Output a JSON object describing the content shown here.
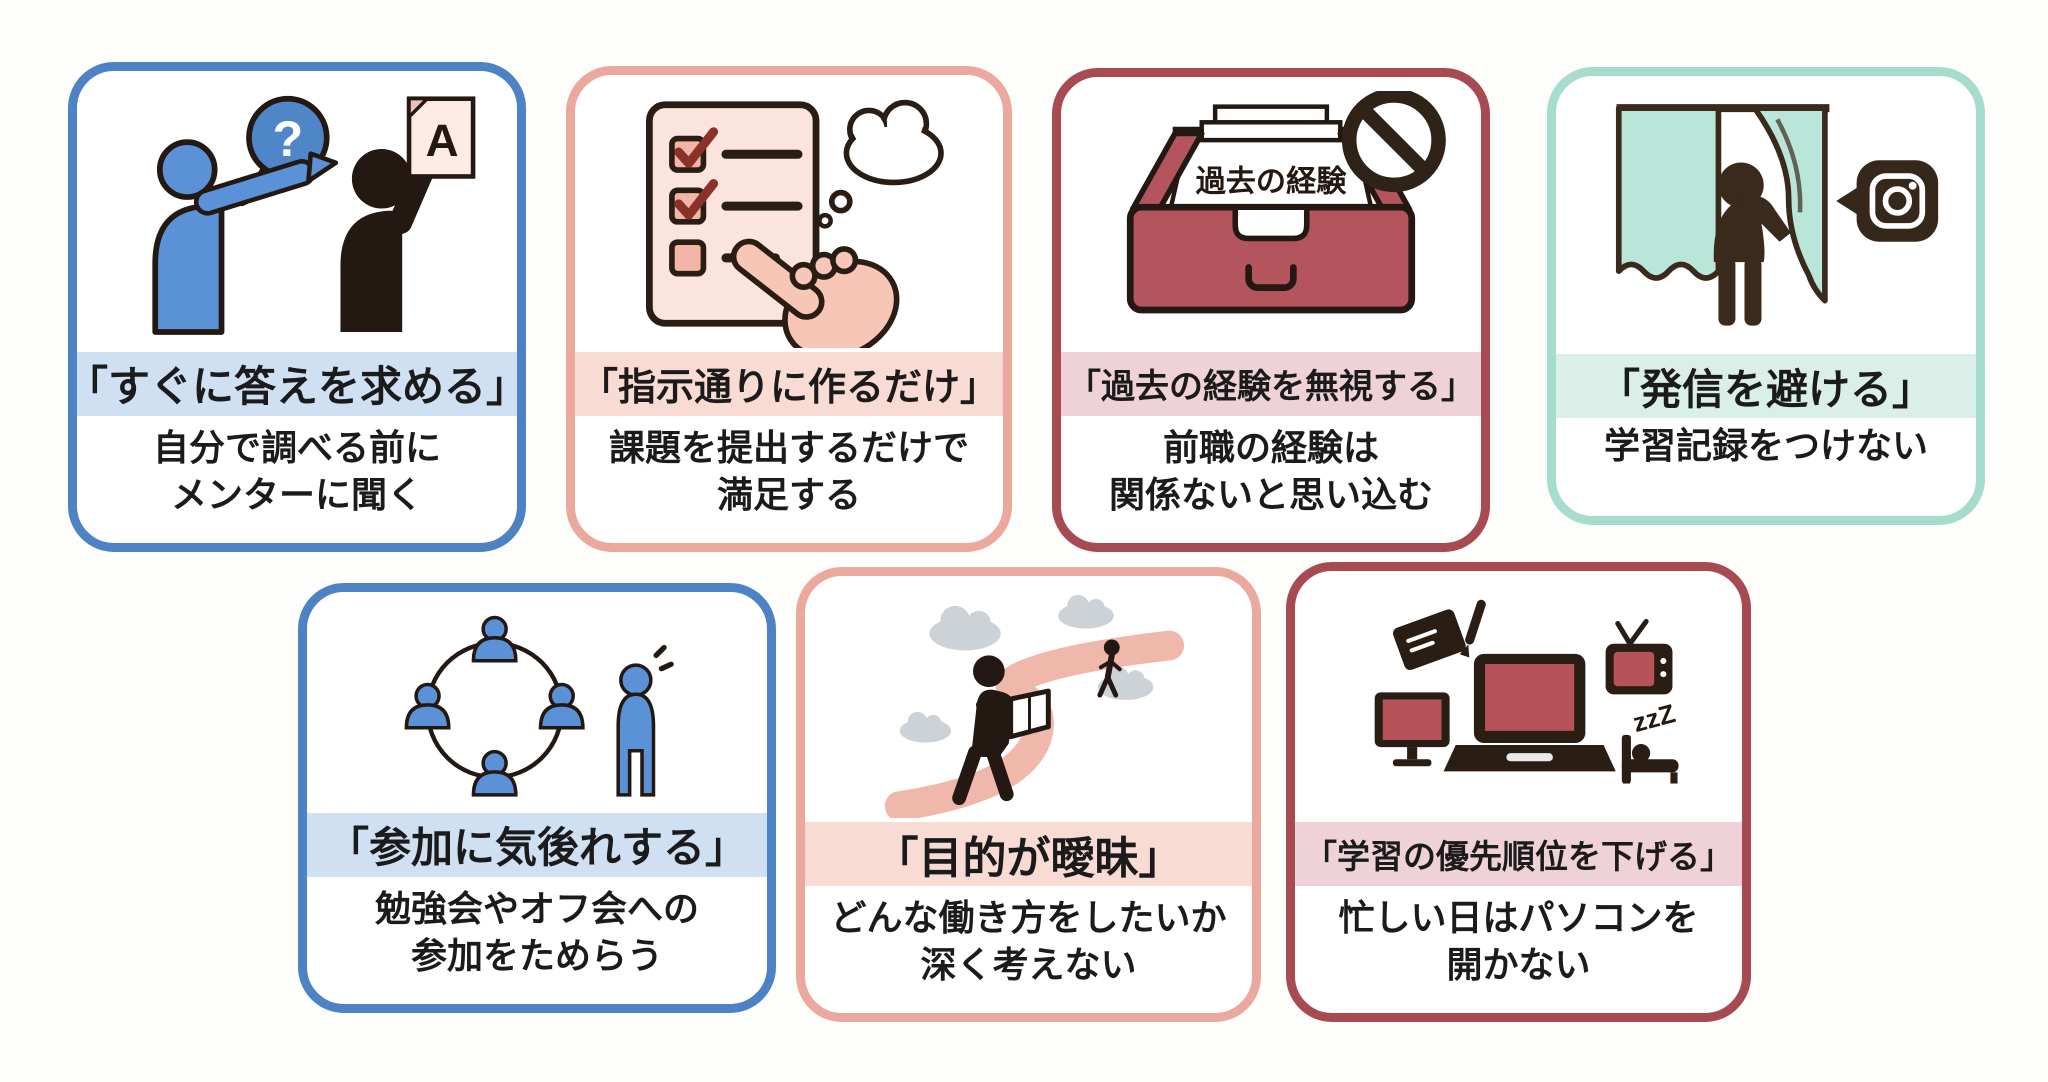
{
  "page": {
    "background_color": "#fdfdfb",
    "text_color": "#1b1b1b",
    "description_visible_content_only": "Seven rounded cards of NG learner behaviors"
  },
  "palette": {
    "blue_border": "#4d83c4",
    "blue_band": "#cfe0f2",
    "figure_blue": "#5b91d6",
    "salmon_border": "#eba89d",
    "salmon_band": "#f8dbd3",
    "maroon_border": "#a84a52",
    "maroon_band": "#efd2d7",
    "maroon_fill": "#b4555d",
    "mint_border": "#a5dccd",
    "mint_band": "#d9efe7",
    "curtain_fill": "#b9e6d8",
    "outline_dark": "#241812",
    "screen_red": "#b5525a",
    "path_pink": "#f0b7ab",
    "cloud_gray": "#cdd2d7",
    "paper_pink": "#fbe4db",
    "checkbox_pink": "#f2b5a7",
    "hand_skin": "#f7c6b6",
    "check_red": "#8a3228"
  },
  "cards": [
    {
      "id": "ask-immediately",
      "icon": "qa-people-icon",
      "icon_text": {
        "question": "?",
        "answer": "A"
      },
      "title": "「すぐに答えを求める」",
      "subtitle_lines": [
        "自分で調べる前に",
        "メンターに聞く"
      ]
    },
    {
      "id": "follow-instructions-only",
      "icon": "checklist-hand-icon",
      "title": "「指示通りに作るだけ」",
      "subtitle_lines": [
        "課題を提出するだけで",
        "満足する"
      ]
    },
    {
      "id": "ignore-past-experience",
      "icon": "past-experience-drawer-icon",
      "icon_text": {
        "drawer_label": "過去の経験"
      },
      "title": "「過去の経験を無視する」",
      "subtitle_lines": [
        "前職の経験は",
        "関係ないと思い込む"
      ]
    },
    {
      "id": "avoid-sharing",
      "icon": "hide-behind-curtain-icon",
      "title": "「発信を避ける」",
      "subtitle_lines": [
        "学習記録をつけない"
      ]
    },
    {
      "id": "hesitate-to-join",
      "icon": "group-circle-icon",
      "title": "「参加に気後れする」",
      "subtitle_lines": [
        "勉強会やオフ会への",
        "参加をためらう"
      ]
    },
    {
      "id": "vague-purpose",
      "icon": "winding-path-icon",
      "title": "「目的が曖昧」",
      "subtitle_lines": [
        "どんな働き方をしたいか",
        "深く考えない"
      ]
    },
    {
      "id": "deprioritize-learning",
      "icon": "devices-distractions-icon",
      "icon_text": {
        "sleep": "zzZ"
      },
      "title": "「学習の優先順位を下げる」",
      "subtitle_lines": [
        "忙しい日はパソコンを",
        "開かない"
      ]
    }
  ]
}
